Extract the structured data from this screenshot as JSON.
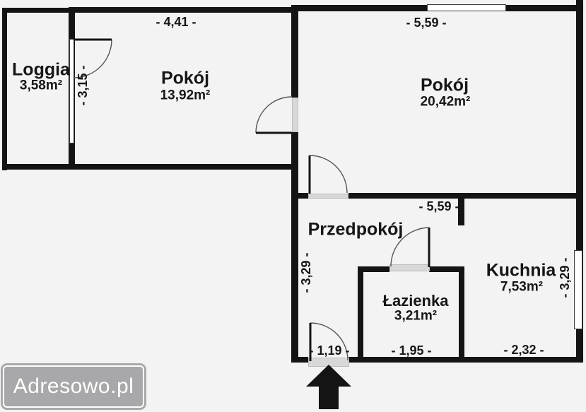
{
  "rooms": {
    "loggia": {
      "name": "Loggia",
      "area": "3,58m²"
    },
    "room_small": {
      "name": "Pokój",
      "area": "13,92m²"
    },
    "room_large": {
      "name": "Pokój",
      "area": "20,42m²"
    },
    "hallway": {
      "name": "Przedpokój"
    },
    "bathroom": {
      "name": "Łazienka",
      "area": "3,21m²"
    },
    "kitchen": {
      "name": "Kuchnia",
      "area": "7,53m²"
    }
  },
  "dimensions": {
    "room_small_width": "- 4,41 -",
    "room_large_width": "- 5,59 -",
    "balcony_wall_height": "- 3,15 -",
    "hallway_height": "- 3,29 -",
    "lower_section_width": "- 5,59 -",
    "kitchen_height": "- 3,29 -",
    "entrance_width": "- 1,19 -",
    "bathroom_width": "- 1,95 -",
    "kitchen_width": "- 2,32 -"
  },
  "watermark": {
    "text": "Adresowo.pl"
  },
  "colors": {
    "wall": "#141414",
    "background": "#f3f3f4",
    "threshold": "#d8d8d8",
    "watermark_bg": "#a8a8aa"
  }
}
